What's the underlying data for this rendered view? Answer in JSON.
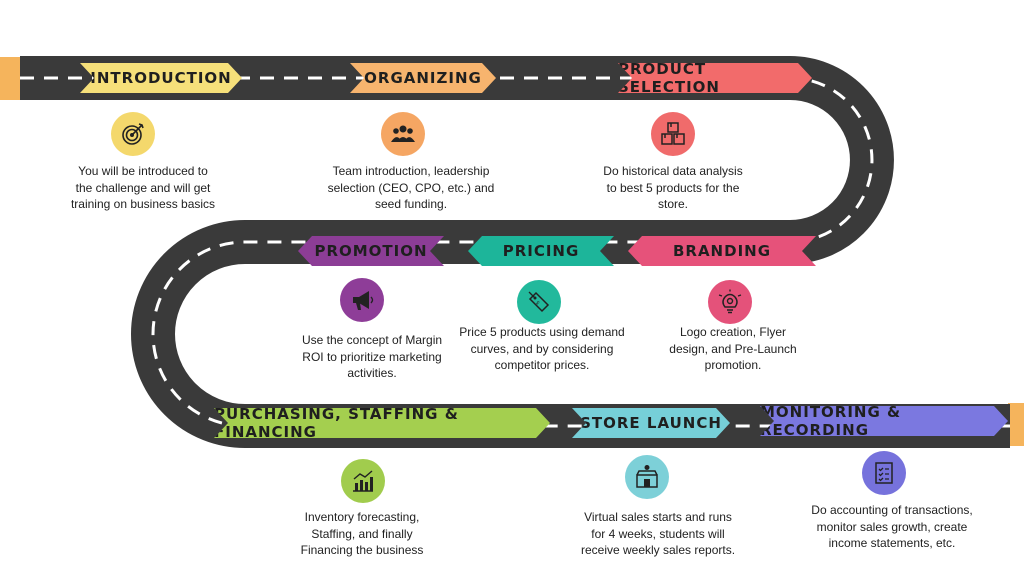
{
  "stages": [
    {
      "title": "INTRODUCTION",
      "color": "#f6e07a",
      "icon": "target-icon",
      "icon_color": "#f4d86c",
      "lines": [
        "You will be introduced to",
        "the challenge and will get",
        "training on business basics"
      ]
    },
    {
      "title": "ORGANIZING",
      "color": "#f7b46e",
      "icon": "team-icon",
      "icon_color": "#f5a663",
      "lines": [
        "Team introduction, leadership",
        "selection (CEO, CPO, etc.) and",
        "seed funding."
      ]
    },
    {
      "title": "PRODUCT SELECTION",
      "color": "#f26b6b",
      "icon": "boxes-icon",
      "icon_color": "#f06b6b",
      "lines": [
        "Do historical data analysis",
        "to best 5 products for the",
        "store."
      ]
    },
    {
      "title": "BRANDING",
      "color": "#e6527a",
      "icon": "brain-idea-icon",
      "icon_color": "#e4527a",
      "lines": [
        "Logo creation, Flyer",
        "design, and Pre-Launch",
        "promotion."
      ]
    },
    {
      "title": "PRICING",
      "color": "#1db59a",
      "icon": "price-tag-icon",
      "icon_color": "#22b99c",
      "lines": [
        "Price 5 products using demand",
        "curves, and by considering",
        "competitor prices."
      ]
    },
    {
      "title": "PROMOTION",
      "color": "#8c3d96",
      "icon": "megaphone-icon",
      "icon_color": "#8e3d98",
      "lines": [
        "Use the concept of Margin",
        "ROI to prioritize marketing",
        "activities."
      ]
    },
    {
      "title": "PURCHASING, STAFFING & FINANCING",
      "color": "#a4cf4f",
      "icon": "bar-chart-icon",
      "icon_color": "#a1cc4d",
      "lines": [
        "Inventory forecasting,",
        "Staffing, and finally",
        "Financing the business"
      ]
    },
    {
      "title": "STORE LAUNCH",
      "color": "#76cfd8",
      "icon": "storefront-icon",
      "icon_color": "#7dd0d8",
      "lines": [
        "Virtual sales starts and runs",
        "for 4 weeks, students will",
        "receive weekly sales reports."
      ]
    },
    {
      "title": "MONITORING & RECORDING",
      "color": "#7b78e0",
      "icon": "checklist-icon",
      "icon_color": "#7672dc",
      "lines": [
        "Do accounting of transactions,",
        "monitor sales growth, create",
        "income statements, etc."
      ]
    }
  ],
  "colors": {
    "road": "#3a3a3a",
    "road_edge": "#f5b45c",
    "lane": "#ffffff"
  }
}
